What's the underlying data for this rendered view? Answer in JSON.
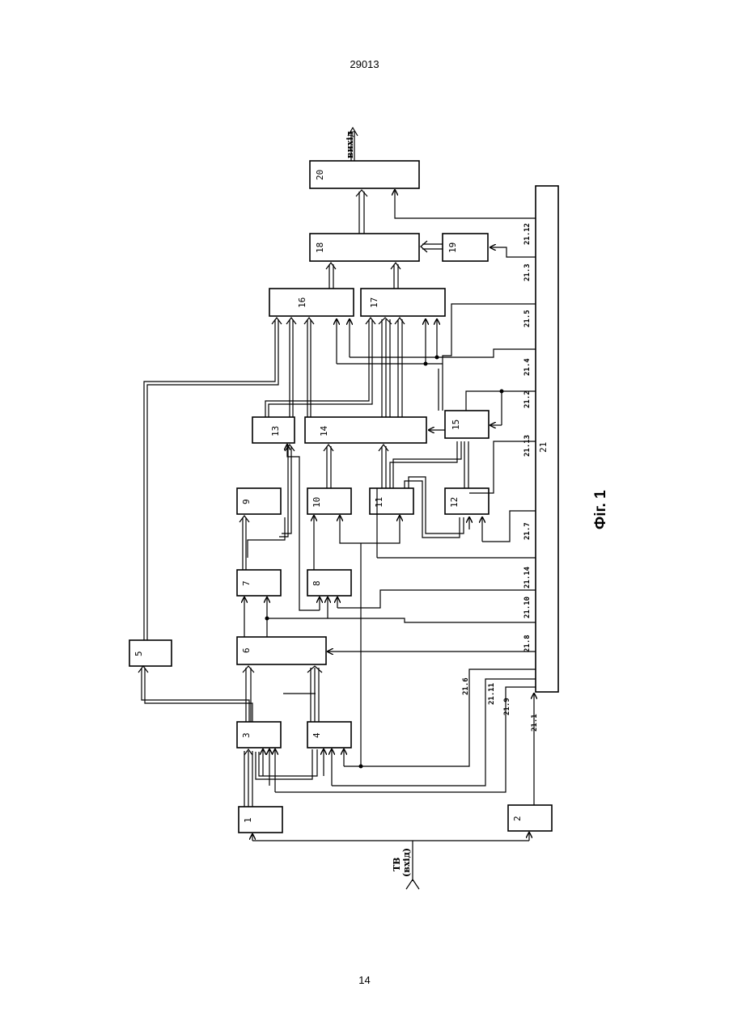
{
  "page": {
    "header": "29013",
    "page_number": "14"
  },
  "figure": {
    "caption": "Фіг. 1"
  },
  "io": {
    "input": "ТВ\n(вхід)",
    "input_l1": "ТВ",
    "input_l2": "(вхід)",
    "output": "вихід"
  },
  "blocks": [
    "1",
    "2",
    "3",
    "4",
    "5",
    "6",
    "7",
    "8",
    "9",
    "10",
    "11",
    "12",
    "13",
    "14",
    "15",
    "16",
    "17",
    "18",
    "19",
    "20",
    "21"
  ],
  "signals": [
    "21.1",
    "21.2",
    "21.3",
    "21.4",
    "21.5",
    "21.6",
    "21.7",
    "21.8",
    "21.9",
    "21.10",
    "21.11",
    "21.12",
    "21.13",
    "21.14"
  ]
}
